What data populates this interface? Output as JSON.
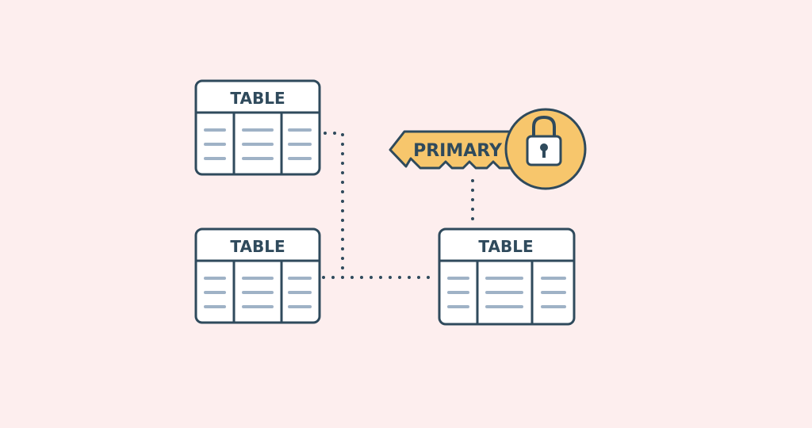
{
  "colors": {
    "background": "#fdeeee",
    "outline": "#2f4a5c",
    "row_line": "#9fb2c6",
    "table_fill": "#ffffff",
    "key_fill": "#f7c66c",
    "dots": "#2f4a5c"
  },
  "tables": [
    {
      "id": "table-top-left",
      "label": "TABLE"
    },
    {
      "id": "table-bottom-left",
      "label": "TABLE"
    },
    {
      "id": "table-right",
      "label": "TABLE"
    }
  ],
  "key": {
    "label": "PRIMARY",
    "icon": "padlock-icon"
  }
}
